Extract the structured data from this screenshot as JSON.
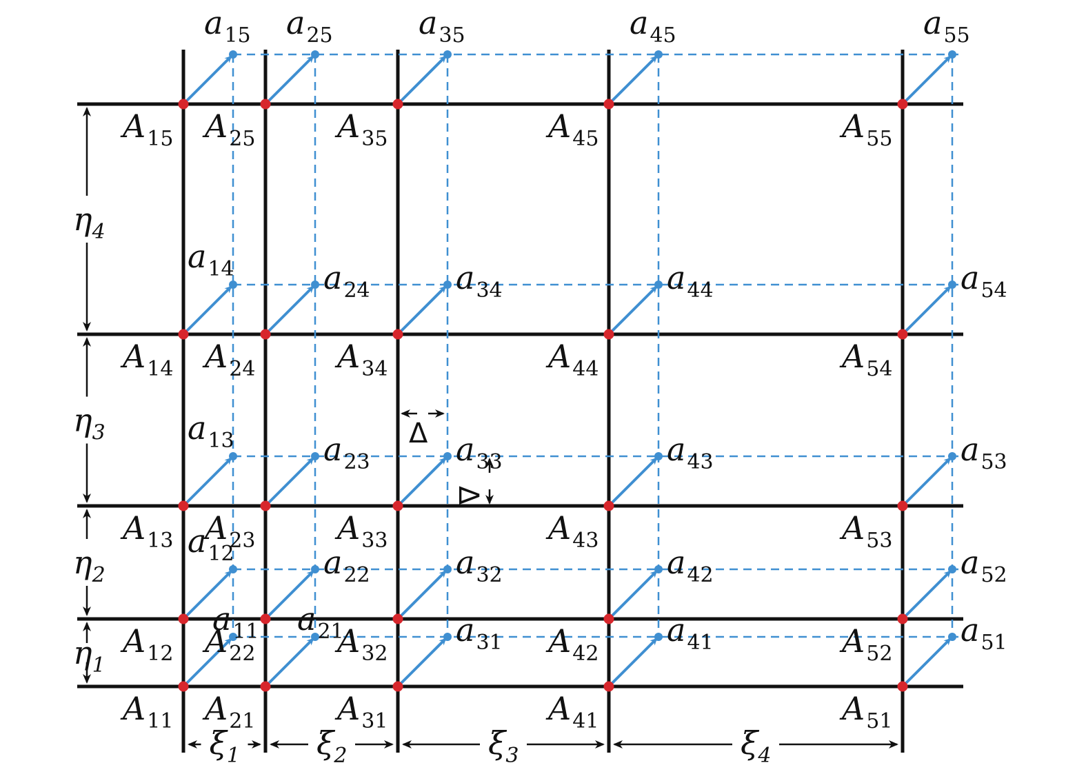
{
  "colors": {
    "grid_line": "#111111",
    "node": "#d7262c",
    "shifted": "#3f8fd1",
    "text": "#111111"
  },
  "columns": [
    {
      "upper": "A",
      "lower": "a",
      "index": "1"
    },
    {
      "upper": "A",
      "lower": "a",
      "index": "2"
    },
    {
      "upper": "A",
      "lower": "a",
      "index": "3"
    },
    {
      "upper": "A",
      "lower": "a",
      "index": "4"
    },
    {
      "upper": "A",
      "lower": "a",
      "index": "5"
    }
  ],
  "rows": [
    {
      "index": "1"
    },
    {
      "index": "2"
    },
    {
      "index": "3"
    },
    {
      "index": "4"
    },
    {
      "index": "5"
    }
  ],
  "node_labels": {
    "A11": "11",
    "A12": "12",
    "A13": "13",
    "A14": "14",
    "A15": "15",
    "A21": "21",
    "A22": "22",
    "A23": "23",
    "A24": "24",
    "A25": "25",
    "A31": "31",
    "A32": "32",
    "A33": "33",
    "A34": "34",
    "A35": "35",
    "A41": "41",
    "A42": "42",
    "A43": "43",
    "A44": "44",
    "A45": "45",
    "A51": "51",
    "A52": "52",
    "A53": "53",
    "A54": "54",
    "A55": "55"
  },
  "spacings": {
    "xi": [
      {
        "symbol": "ξ",
        "sub": "1"
      },
      {
        "symbol": "ξ",
        "sub": "2"
      },
      {
        "symbol": "ξ",
        "sub": "3"
      },
      {
        "symbol": "ξ",
        "sub": "4"
      }
    ],
    "eta": [
      {
        "symbol": "η",
        "sub": "1"
      },
      {
        "symbol": "η",
        "sub": "2"
      },
      {
        "symbol": "η",
        "sub": "3"
      },
      {
        "symbol": "η",
        "sub": "4"
      }
    ]
  },
  "offset_labels": {
    "horizontal": "Δ",
    "vertical": "Δ"
  },
  "icons": {
    "node": "red-dot-icon",
    "shifted_node": "blue-dot-icon",
    "offset_arrow": "diagonal-arrow-icon"
  }
}
